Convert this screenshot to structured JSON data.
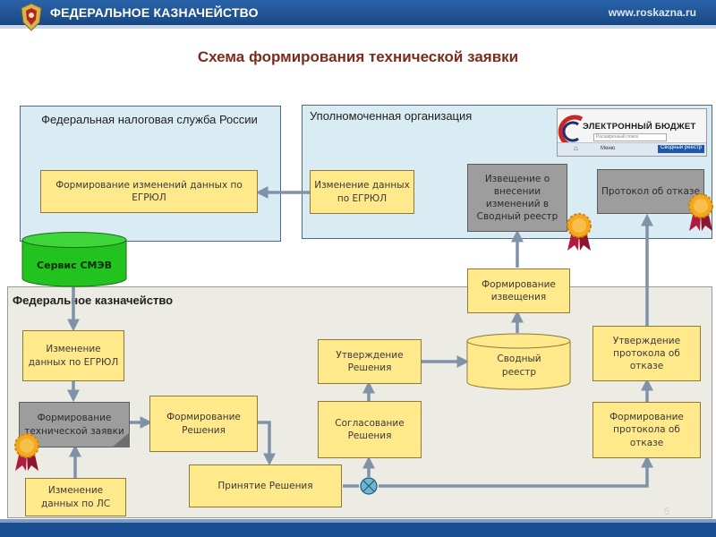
{
  "header": {
    "org_name": "ФЕДЕРАЛЬНОЕ КАЗНАЧЕЙСТВО",
    "site_url": "www.roskazna.ru"
  },
  "title": "Схема формирования технической заявки",
  "panels": {
    "fns": "Федеральная налоговая служба России",
    "authorized": "Уполномоченная организация",
    "treasury": "Федеральное казначейство"
  },
  "budget_logo": {
    "title": "ЭЛЕКТРОННЫЙ БЮДЖЕТ",
    "search": "Расширенный поиск",
    "menu": "Меню",
    "registry_link": "Сводный реестр"
  },
  "smev": "Сервис СМЭВ",
  "boxes": {
    "fns_change": "Формирование изменений данных по ЕГРЮЛ",
    "auth_egrul": "Изменение данных по ЕГРЮЛ",
    "notice_registry": "Извещение о внесении изменений в Сводный реестр",
    "refusal_protocol": "Протокол об отказе",
    "form_notice": "Формирование извещения",
    "tr_egrul": "Изменение данных по ЕГРЮЛ",
    "form_tech": "Формирование технической заявки",
    "form_decision": "Формирование Решения",
    "approve_decision": "Утверждение Решения",
    "agree_decision": "Согласование Решения",
    "accept_decision": "Принятие Решения",
    "consolidated_registry": "Сводный реестр",
    "approve_refusal": "Утверждение протокола об отказе",
    "form_refusal": "Формирование протокола об отказе",
    "ls_change": "Изменение данных по ЛС"
  },
  "page_number": "5",
  "colors": {
    "header": "#1b4f93",
    "box_yellow": "#ffe98a",
    "box_gray": "#9d9d9d",
    "smev_green": "#22c21f",
    "arrow": "#7f92a8",
    "title": "#7a2d1d"
  }
}
